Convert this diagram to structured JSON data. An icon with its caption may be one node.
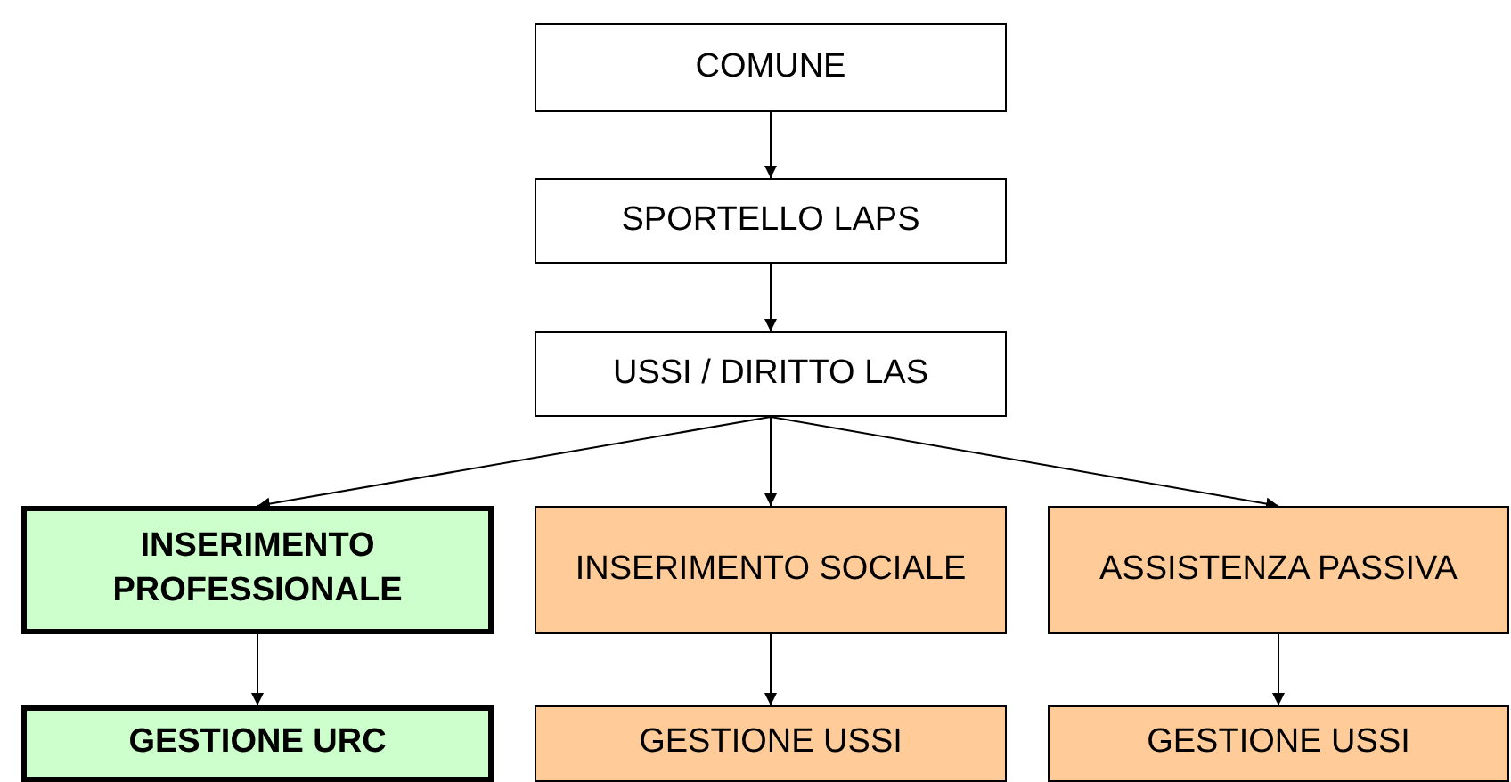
{
  "diagram": {
    "nodes": [
      {
        "text": [
          "COMUNE"
        ]
      },
      {
        "text": [
          "SPORTELLO LAPS"
        ]
      },
      {
        "text": [
          "USSI / DIRITTO LAS"
        ]
      },
      {
        "text": [
          "INSERIMENTO PROFESSIONALE"
        ]
      },
      {
        "text": [
          "INSERIMENTO SOCIALE"
        ]
      },
      {
        "text": [
          "ASSISTENZA PASSIVA"
        ]
      },
      {
        "text": [
          "GESTIONE URC"
        ]
      },
      {
        "text": [
          "GESTIONE USSI"
        ]
      },
      {
        "text": [
          "GESTIONE USSI"
        ]
      }
    ],
    "edges": [
      {
        "from": 0,
        "to": 1,
        "arrow": "to"
      },
      {
        "from": 1,
        "to": 2,
        "arrow": "to"
      },
      {
        "from": 2,
        "to": 3,
        "arrow": "to"
      },
      {
        "from": 2,
        "to": 4,
        "arrow": "to"
      },
      {
        "from": 2,
        "to": 5,
        "arrow": "to"
      },
      {
        "from": 3,
        "to": 6,
        "arrow": "to"
      },
      {
        "from": 4,
        "to": 7,
        "arrow": "to"
      },
      {
        "from": 5,
        "to": 8,
        "arrow": "to"
      }
    ]
  }
}
